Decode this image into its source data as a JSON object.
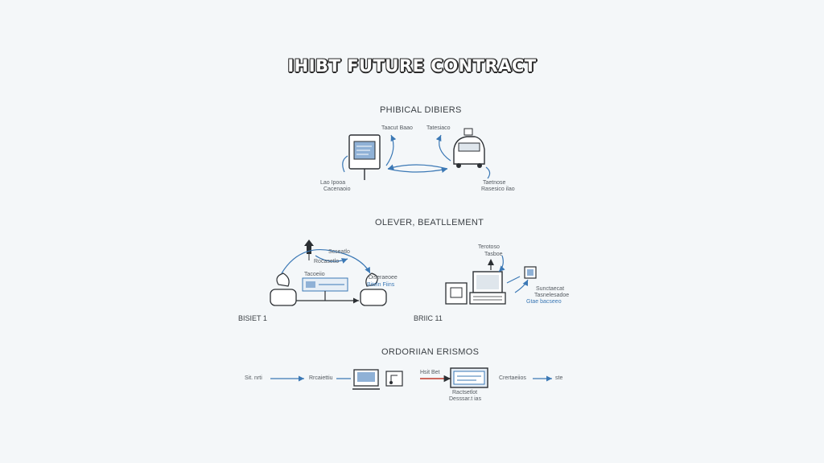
{
  "title": "IHIBT FUTURE CONTRACT",
  "sections": {
    "physical": {
      "heading": "PHIBICAL DIBIERS",
      "left_top": "Taacut Baao",
      "right_top": "Tatesiaco",
      "left_bottom": [
        "Lao   Ipooa",
        "Cacenaoio"
      ],
      "right_bottom": [
        "Taetnose",
        "Rasesico ilao"
      ]
    },
    "settlement": {
      "heading": "OLEVER, BEATLLEMENT",
      "left_caption": "BISIET 1",
      "right_caption": "BRIIC 11",
      "left_labels": [
        "Scseatlo",
        "Rocasetlo",
        "Diseraeoee",
        "Tacoeiio",
        "Biteln Fiins"
      ],
      "right_labels": [
        "Terotoso",
        "Tasboe",
        "Sunctaecat",
        "Tasnelesadoe",
        "Gtae bacseeo"
      ]
    },
    "ordering": {
      "heading": "ORDORIIAN ERISMOS",
      "flow_labels": [
        "Sit. nrti",
        "Rrcaiettiu",
        "Hsit Bet",
        "Crertaeiios",
        "ste"
      ],
      "box_labels": [
        "Ractsetlot",
        "Desssar.t ias"
      ]
    }
  },
  "colors": {
    "accent_blue": "#3b78b5",
    "accent_red": "#c0392b",
    "ink": "#2b2f33"
  }
}
